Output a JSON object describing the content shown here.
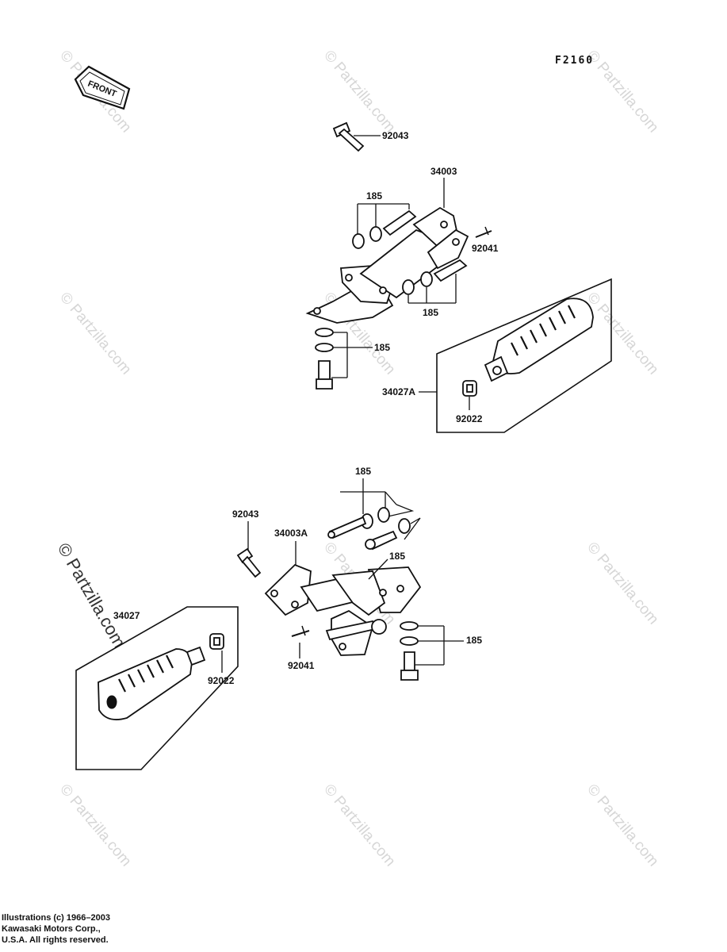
{
  "figure_code": "F2160",
  "front_arrow_label": "FRONT",
  "watermark_text": "© Partzilla.com",
  "labels": {
    "top_bolt": "92043",
    "top_bracket": "34003",
    "top_washers_upper": "185",
    "top_cotter": "92041",
    "top_washers_right": "185",
    "top_washers_lower": "185",
    "top_footpeg": "34027A",
    "top_washer_small": "92022",
    "bottom_washers_upper": "185",
    "bottom_bolt": "92043",
    "bottom_bracket": "34003A",
    "bottom_washers_mid": "185",
    "bottom_footpeg": "34027",
    "bottom_washers_right": "185",
    "bottom_washer_small": "92022",
    "bottom_cotter": "92041"
  },
  "copyright": {
    "line1": "Illustrations (c) 1966–2003",
    "line2": "Kawasaki Motors Corp.,",
    "line3": "U.S.A.  All rights reserved."
  }
}
